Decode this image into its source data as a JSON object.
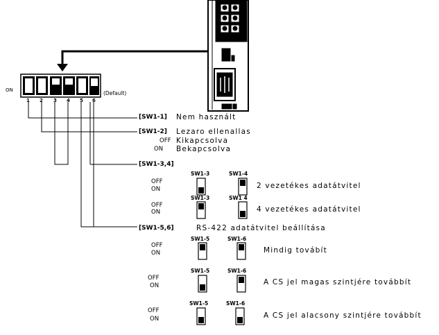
{
  "dip": {
    "on_label": "ON",
    "numbers": [
      "1",
      "2",
      "3",
      "4",
      "5",
      "6"
    ],
    "default_label": "(Default)"
  },
  "sw1_1": {
    "header": "[SW1-1]",
    "desc": "Nem használt"
  },
  "sw1_2": {
    "header": "[SW1-2]",
    "desc": "Lezaro ellenallas",
    "off_label": "OFF",
    "off_desc": "Kikapcsolva",
    "on_label": "ON",
    "on_desc": "Bekapcsolva"
  },
  "sw1_34": {
    "header": "[SW1-3,4]",
    "rows": [
      {
        "off": "OFF",
        "on": "ON",
        "sw_a": "SW1-3",
        "sw_b": "SW1-4",
        "desc": "2 vezetékes adatátvitel",
        "a_on": true,
        "b_on": false
      },
      {
        "off": "OFF",
        "on": "ON",
        "sw_a": "SW1-3",
        "sw_b": "SW1 4",
        "desc": "4 vezetékes adatátvitel",
        "a_on": false,
        "b_on": true
      }
    ]
  },
  "sw1_56": {
    "header": "[SW1-5,6]",
    "desc": "RS-422 adatátvitel beállítása",
    "rows": [
      {
        "off": "OFF",
        "on": "ON",
        "sw_a": "SW1-5",
        "sw_b": "SW1-6",
        "desc": "Mindig továbít",
        "a_on": false,
        "b_on": false
      },
      {
        "off": "OFF",
        "on": "ON",
        "sw_a": "SW1-5",
        "sw_b": "SW1-6",
        "desc": "A CS jel magas szintjére továbbít",
        "a_on": true,
        "b_on": false
      },
      {
        "off": "OFF",
        "on": "ON",
        "sw_a": "SW1-5",
        "sw_b": "SW1-6",
        "desc": "A CS jel alacsony szintjére továbbít",
        "a_on": true,
        "b_on": true
      }
    ]
  }
}
